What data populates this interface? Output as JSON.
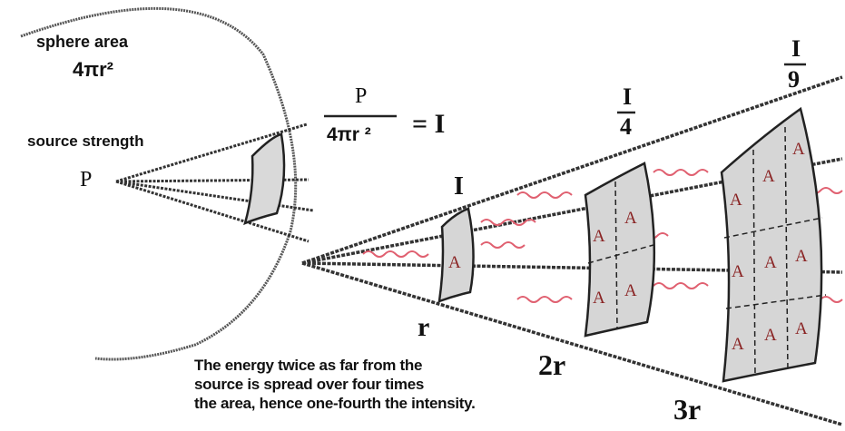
{
  "sphere": {
    "area_label": "sphere area",
    "area_formula": "4πr²",
    "strength_label": "source strength",
    "source_symbol": "P"
  },
  "equation": {
    "numerator": "P",
    "denominator": "4πr ²",
    "result": "= I"
  },
  "intensities": {
    "at_r": "I",
    "at_2r_numerator": "I",
    "at_2r_denominator": "4",
    "at_3r_numerator": "I",
    "at_3r_denominator": "9"
  },
  "distances": {
    "r": "r",
    "two_r": "2r",
    "three_r": "3r"
  },
  "area_cell_letter": "A",
  "caption": [
    "The energy twice as far from the",
    "source is spread over four times",
    "the area, hence one-fourth the intensity."
  ]
}
